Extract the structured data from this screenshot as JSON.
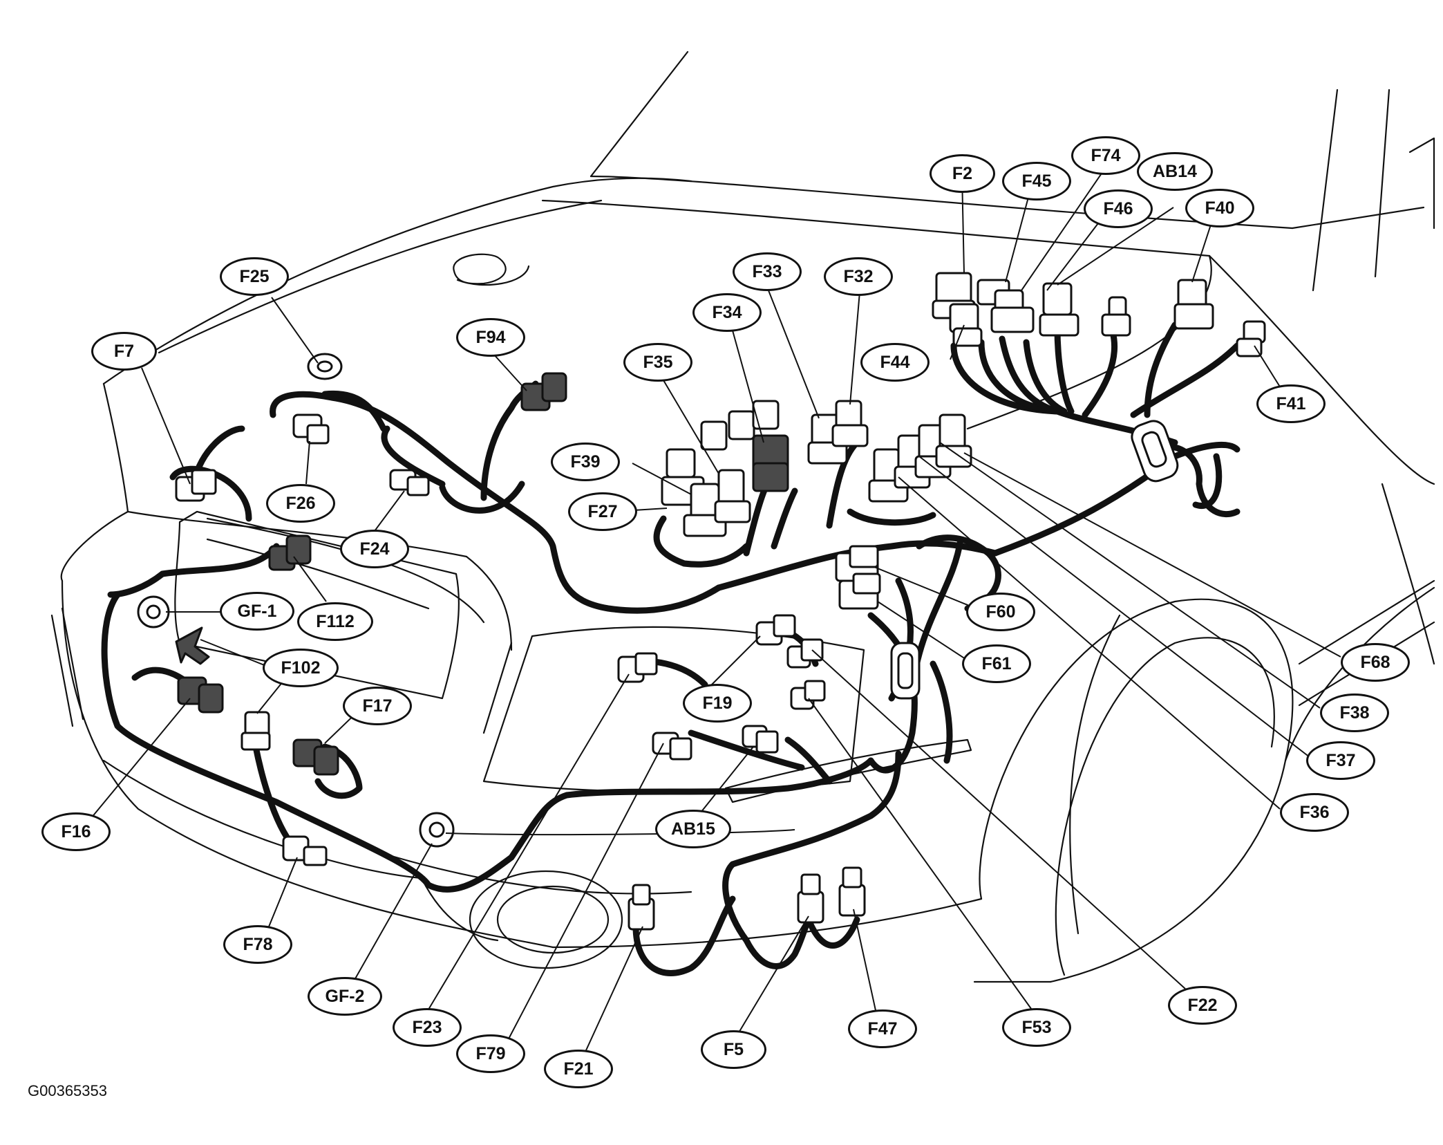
{
  "figure_id": "G00365353",
  "colors": {
    "ink": "#111111",
    "connector_fill": "#ffffff",
    "dark_connector": "#4a4a4a",
    "background": "#ffffff"
  },
  "labels": {
    "F2": "F2",
    "F45": "F45",
    "F74": "F74",
    "AB14": "AB14",
    "F46": "F46",
    "F40": "F40",
    "F33": "F33",
    "F32": "F32",
    "F25": "F25",
    "F34": "F34",
    "F44": "F44",
    "F41": "F41",
    "F94": "F94",
    "F35": "F35",
    "F7": "F7",
    "F39": "F39",
    "F26": "F26",
    "F27": "F27",
    "F24": "F24",
    "F112": "F112",
    "GF1": "GF-1",
    "F60": "F60",
    "F68": "F68",
    "F102": "F102",
    "F61": "F61",
    "F17": "F17",
    "F19": "F19",
    "F38": "F38",
    "F37": "F37",
    "F36": "F36",
    "F16": "F16",
    "AB15": "AB15",
    "F78": "F78",
    "F22": "F22",
    "GF2": "GF-2",
    "F23": "F23",
    "F53": "F53",
    "F47": "F47",
    "F5": "F5",
    "F79": "F79",
    "F21": "F21"
  }
}
